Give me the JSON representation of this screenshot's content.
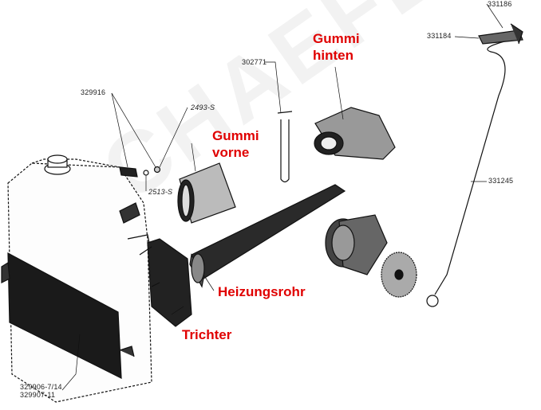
{
  "watermark": "SCHAEFER",
  "part_numbers": {
    "p331186": "331186",
    "p331184": "331184",
    "p302771": "302771",
    "p331245": "331245",
    "p329916": "329916",
    "p2493s": "2493-S",
    "p2513s": "2513-S",
    "p329906": "329906-7/14",
    "p329907": "329907-11"
  },
  "labels": {
    "gummi_hinten": [
      "Gummi",
      "hinten"
    ],
    "gummi_vorne": [
      "Gummi",
      "vorne"
    ],
    "heizungsrohr": "Heizungsrohr",
    "trichter": "Trichter"
  },
  "colors": {
    "label": "#e00000"
  }
}
